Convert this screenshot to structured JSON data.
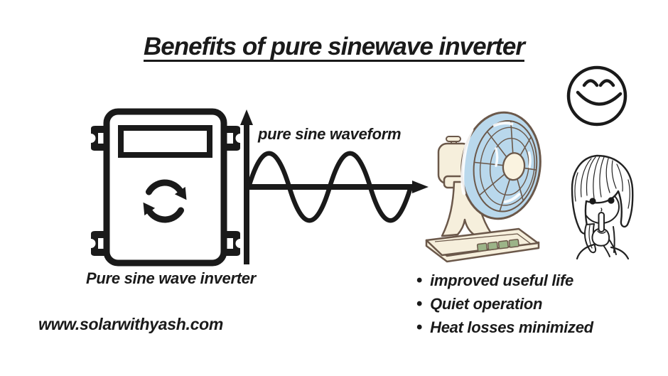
{
  "title": "Benefits of pure sinewave inverter",
  "waveform": {
    "label": "pure sine waveform"
  },
  "inverter": {
    "caption": "Pure sine wave inverter"
  },
  "bullets": {
    "glyph": "•"
  },
  "benefits": [
    "improved useful life",
    "Quiet operation",
    "Heat losses minimized"
  ],
  "footer": {
    "website": "www.solarwithyash.com"
  },
  "icons": {
    "inverter": "inverter-with-cycle-arrows",
    "waveform": "sine-wave-on-axes",
    "fan": "desk-fan",
    "smiley": "smiling-face",
    "girl": "girl-shushing-quiet"
  },
  "colors": {
    "ink": "#1a1a1a",
    "fan_outline": "#6b584a",
    "fan_blue": "#b9d8ec",
    "fan_cream": "#f6efdc",
    "fan_hub": "#faf3e0",
    "button_green": "#9cb488",
    "background": "#ffffff"
  }
}
